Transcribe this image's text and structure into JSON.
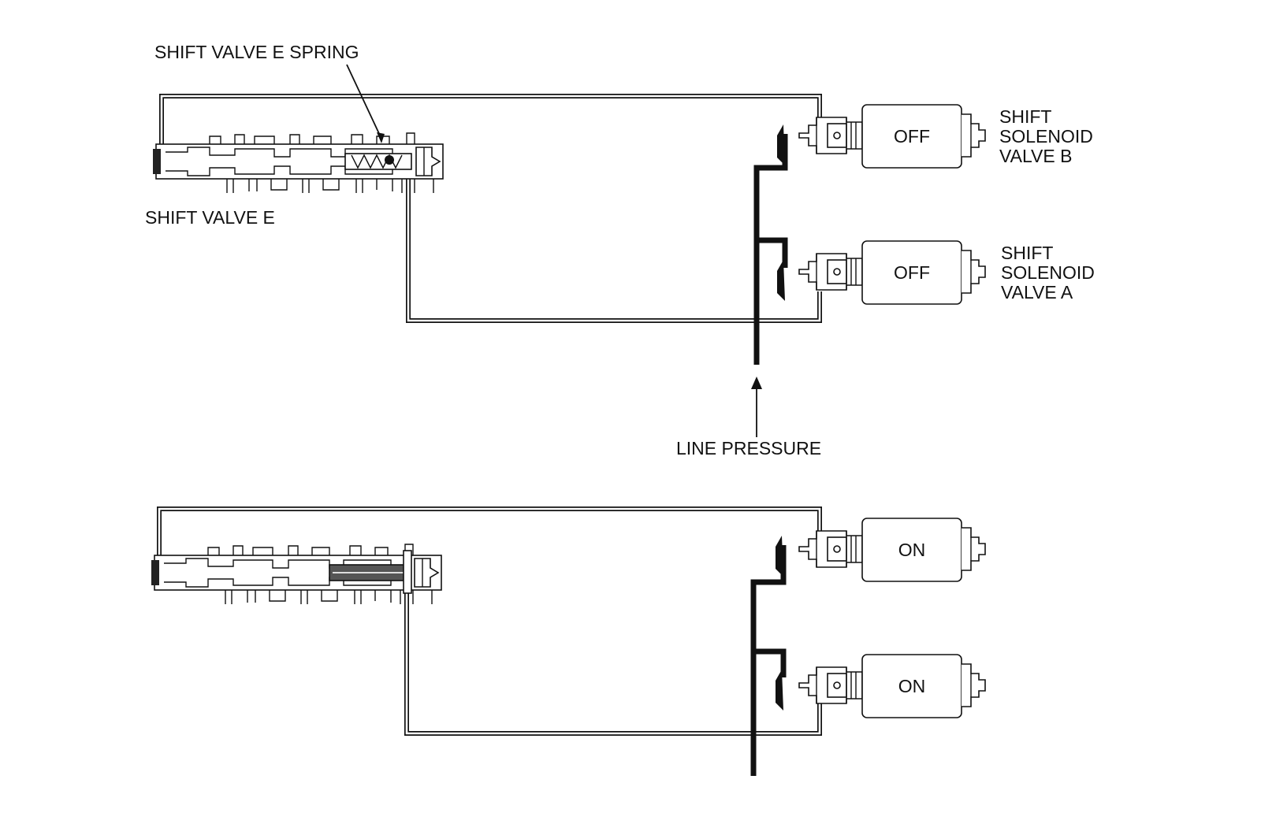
{
  "labels": {
    "spring": "SHIFT VALVE E SPRING",
    "shift_valve": "SHIFT VALVE E",
    "line_pressure": "LINE PRESSURE",
    "solenoid_b": [
      "SHIFT",
      "SOLENOID",
      "VALVE B"
    ],
    "solenoid_a": [
      "SHIFT",
      "SOLENOID",
      "VALVE A"
    ]
  },
  "states": {
    "top_b": "OFF",
    "top_a": "OFF",
    "bottom_b": "ON",
    "bottom_a": "ON"
  }
}
